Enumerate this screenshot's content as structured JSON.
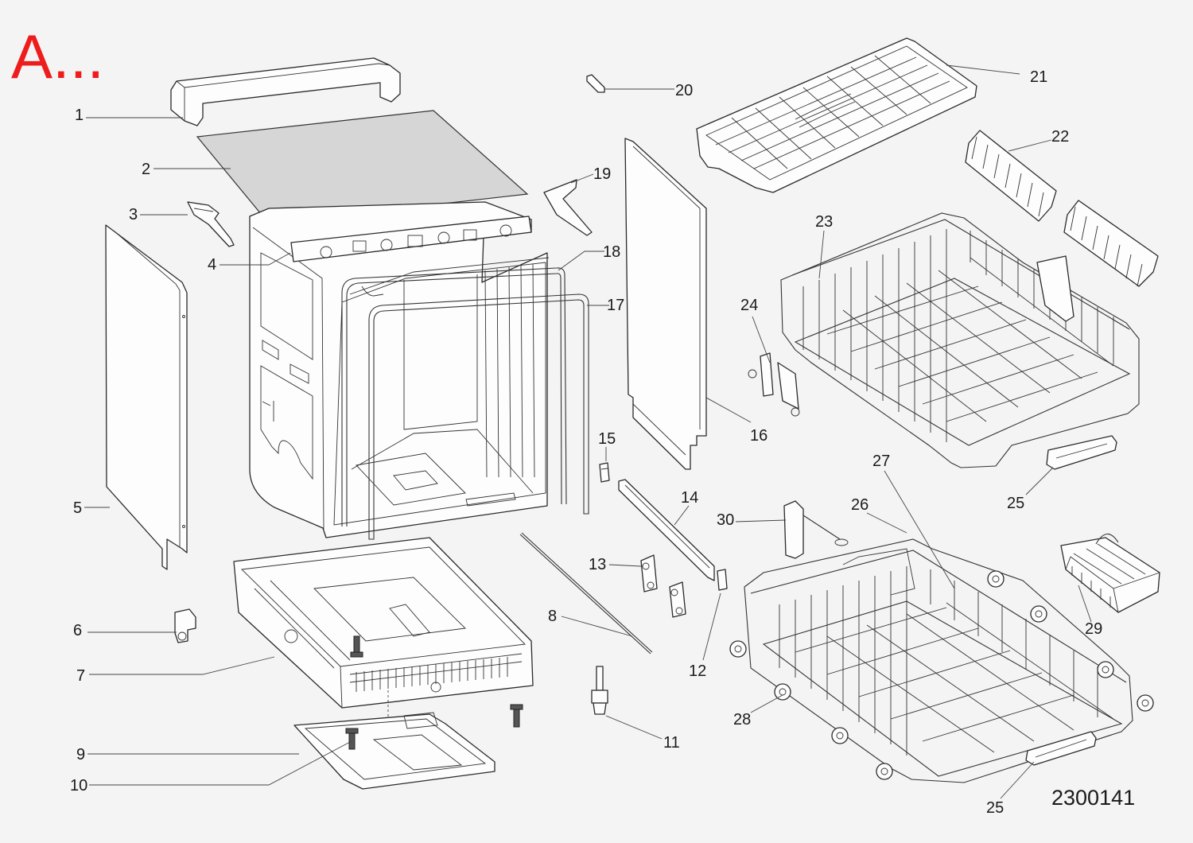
{
  "title": "A...",
  "drawing_code": "2300141",
  "colors": {
    "title": "#ee1c1c",
    "ink": "#1a1a1a",
    "background": "#f4f4f4"
  },
  "callouts": {
    "c1": "1",
    "c2": "2",
    "c3": "3",
    "c4": "4",
    "c5": "5",
    "c6": "6",
    "c7": "7",
    "c8": "8",
    "c9": "9",
    "c10": "10",
    "c11": "11",
    "c12": "12",
    "c13": "13",
    "c14": "14",
    "c15": "15",
    "c16": "16",
    "c17": "17",
    "c18": "18",
    "c19": "19",
    "c20": "20",
    "c21": "21",
    "c22": "22",
    "c23": "23",
    "c24": "24",
    "c25a": "25",
    "c25b": "25",
    "c26": "26",
    "c27": "27",
    "c28": "28",
    "c29": "29",
    "c30": "30"
  }
}
